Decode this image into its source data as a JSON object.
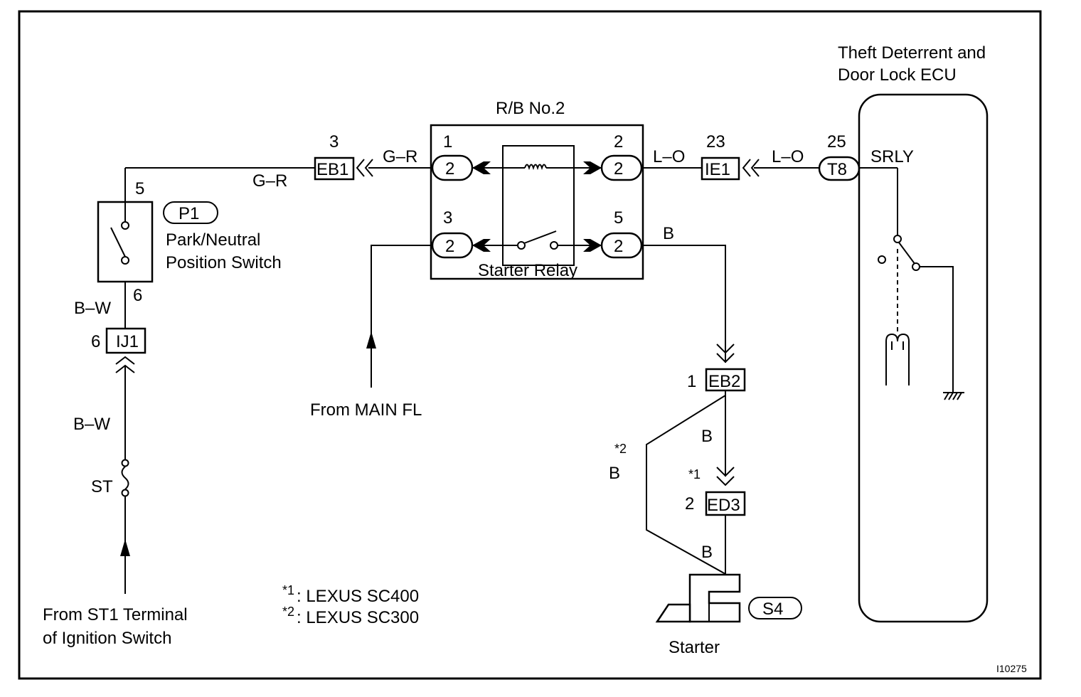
{
  "components": {
    "rb": {
      "title": "R/B No.2",
      "relay_label": "Starter Relay"
    },
    "ecu": {
      "title_line1": "Theft Deterrent and",
      "title_line2": "Door Lock ECU",
      "terminal": "SRLY"
    },
    "pn_switch": {
      "code": "P1",
      "line1": "Park/Neutral",
      "line2": "Position Switch"
    },
    "starter": {
      "code": "S4",
      "label": "Starter"
    },
    "fuse": {
      "label": "ST"
    }
  },
  "connectors": {
    "eb1": {
      "name": "EB1",
      "pin": "3"
    },
    "ie1": {
      "name": "IE1",
      "pin": "23"
    },
    "t8": {
      "name": "T8",
      "pin": "25"
    },
    "ij1": {
      "name": "IJ1",
      "pin": "6"
    },
    "eb2": {
      "name": "EB2",
      "pin": "1"
    },
    "ed3": {
      "name": "ED3",
      "pin": "2"
    },
    "rb_pin1": {
      "top": "1",
      "inner": "2"
    },
    "rb_pin2": {
      "top": "2",
      "inner": "2"
    },
    "rb_pin3": {
      "top": "3",
      "inner": "2"
    },
    "rb_pin5": {
      "top": "5",
      "inner": "2"
    },
    "pn_pin5": "5",
    "pn_pin6": "6"
  },
  "wires": {
    "gr_a": "G–R",
    "gr_b": "G–R",
    "lo_a": "L–O",
    "lo_b": "L–O",
    "b_top": "B",
    "b_mid": "B",
    "b_low": "B",
    "b_alt": "B",
    "bw_a": "B–W",
    "bw_b": "B–W"
  },
  "marks": {
    "star1": "*1",
    "star2": "*2"
  },
  "sources": {
    "main_fl": "From MAIN FL",
    "st1_line1": "From ST1 Terminal",
    "st1_line2": "of Ignition Switch"
  },
  "notes": {
    "n1_mark": "*1",
    "n1_text": ": LEXUS SC400",
    "n2_mark": "*2",
    "n2_text": ": LEXUS SC300"
  },
  "figure_id": "I10275"
}
